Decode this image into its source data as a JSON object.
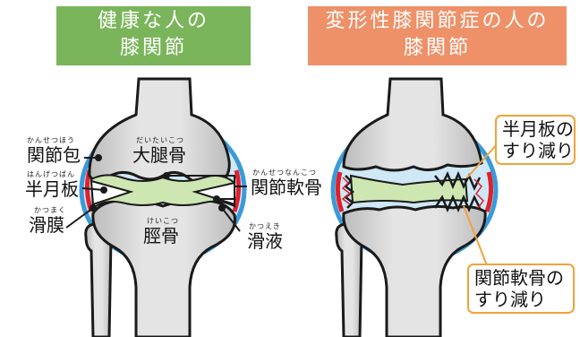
{
  "banners": {
    "healthy": {
      "line1": "健康な人の",
      "line2": "膝関節",
      "color": "#7bb55b"
    },
    "oa": {
      "line1": "変形性膝関節症の人の",
      "line2": "膝関節",
      "color": "#ee9169"
    }
  },
  "labels": {
    "joint_capsule": {
      "text": "関節包",
      "ruby": "かんせつほう"
    },
    "femur": {
      "text": "大腿骨",
      "ruby": "だいたいこつ"
    },
    "meniscus": {
      "text": "半月板",
      "ruby": "はんげつばん"
    },
    "articular_cartilage": {
      "text": "関節軟骨",
      "ruby": "かんせつなんこつ"
    },
    "synovium": {
      "text": "滑膜",
      "ruby": "かつまく"
    },
    "tibia": {
      "text": "脛骨",
      "ruby": "けいこつ"
    },
    "synovial_fluid": {
      "text": "滑液",
      "ruby": "かつえき"
    }
  },
  "callouts": {
    "meniscus_wear": {
      "line1": "半月板の",
      "line2": "すり減り"
    },
    "cartilage_wear": {
      "line1": "関節軟骨の",
      "line2": "すり減り"
    }
  },
  "colors": {
    "capsule": "#3a9ad9",
    "capsule_fill": "#cfe8f6",
    "synovium": "#e0202a",
    "cartilage": "#cde6b2",
    "bone": "#d9d9d9",
    "outline": "#1a1a1a",
    "callout_border": "#f2a23a"
  }
}
